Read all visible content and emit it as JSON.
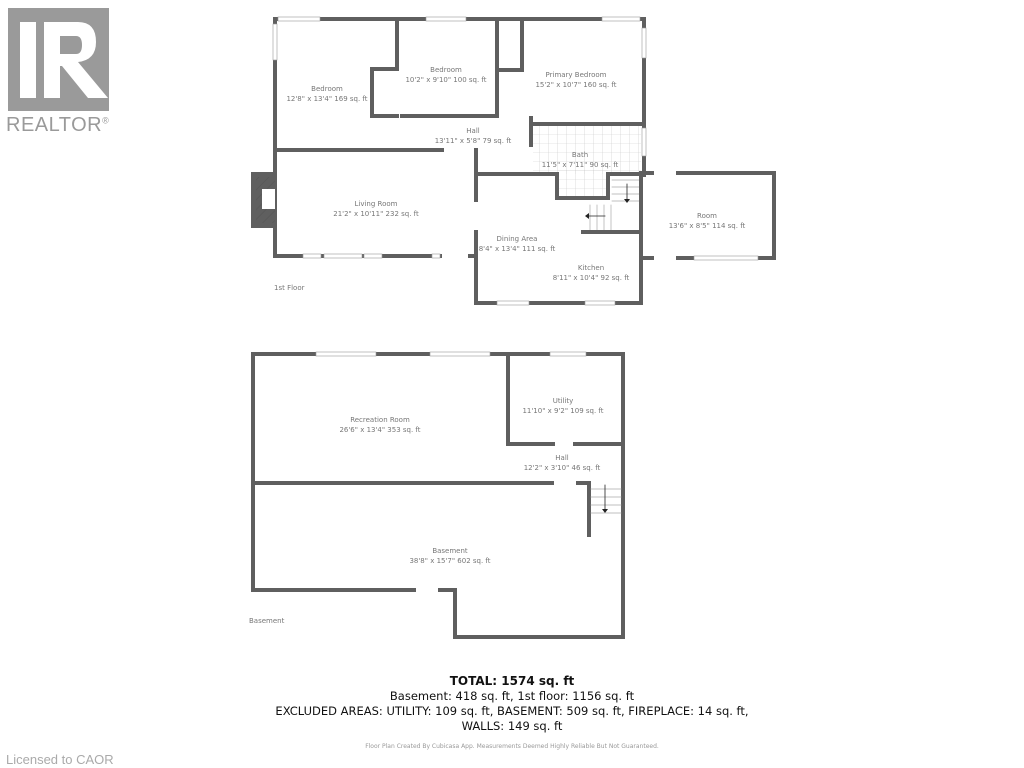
{
  "branding": {
    "logo_text": "REALTOR",
    "registered_mark": "®",
    "licensed_text": "Licensed to CAOR"
  },
  "colors": {
    "wall": "#5f5f5f",
    "label": "#777777",
    "logo": "#9a9a9a",
    "background": "#ffffff"
  },
  "floors": [
    {
      "name": "1st Floor",
      "rooms": [
        {
          "name": "Bedroom",
          "dims": "12'8\" x 13'4\" 169 sq. ft"
        },
        {
          "name": "Bedroom",
          "dims": "10'2\" x 9'10\" 100 sq. ft"
        },
        {
          "name": "Primary Bedroom",
          "dims": "15'2\" x 10'7\" 160 sq. ft"
        },
        {
          "name": "Hall",
          "dims": "13'11\" x 5'8\" 79 sq. ft"
        },
        {
          "name": "Bath",
          "dims": "11'5\" x 7'11\" 90 sq. ft"
        },
        {
          "name": "Living Room",
          "dims": "21'2\" x 10'11\" 232 sq. ft"
        },
        {
          "name": "Dining Area",
          "dims": "8'4\" x 13'4\" 111 sq. ft"
        },
        {
          "name": "Kitchen",
          "dims": "8'11\" x 10'4\" 92 sq. ft"
        },
        {
          "name": "Room",
          "dims": "13'6\" x 8'5\" 114 sq. ft"
        }
      ]
    },
    {
      "name": "Basement",
      "rooms": [
        {
          "name": "Recreation Room",
          "dims": "26'6\" x 13'4\" 353 sq. ft"
        },
        {
          "name": "Utility",
          "dims": "11'10\" x 9'2\" 109 sq. ft"
        },
        {
          "name": "Hall",
          "dims": "12'2\" x 3'10\" 46 sq. ft"
        },
        {
          "name": "Basement",
          "dims": "38'8\" x 15'7\" 602 sq. ft"
        }
      ]
    }
  ],
  "summary": {
    "total": "TOTAL: 1574 sq. ft",
    "by_floor": "Basement: 418 sq. ft, 1st floor: 1156 sq. ft",
    "excluded": "EXCLUDED AREAS: UTILITY: 109 sq. ft, BASEMENT: 509 sq. ft, FIREPLACE: 14 sq. ft,",
    "walls": "WALLS: 149 sq. ft",
    "disclaimer": "Floor Plan Created By Cubicasa App. Measurements Deemed Highly Reliable But Not Guaranteed."
  }
}
